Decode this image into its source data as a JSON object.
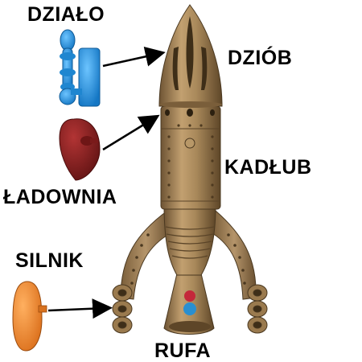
{
  "labels": {
    "dzialo": "DZIAŁO",
    "dziob": "DZIÓB",
    "kadlub": "KADŁUB",
    "ladownia": "ŁADOWNIA",
    "silnik": "SILNIK",
    "rufa": "RUFA"
  },
  "colors": {
    "hull": "#a8885a",
    "hull_dark": "#6e5434",
    "cannon_part": "#2a9be0",
    "cargo_part": "#8a1e1e",
    "engine_part": "#f0882e",
    "arrow": "#000000"
  }
}
